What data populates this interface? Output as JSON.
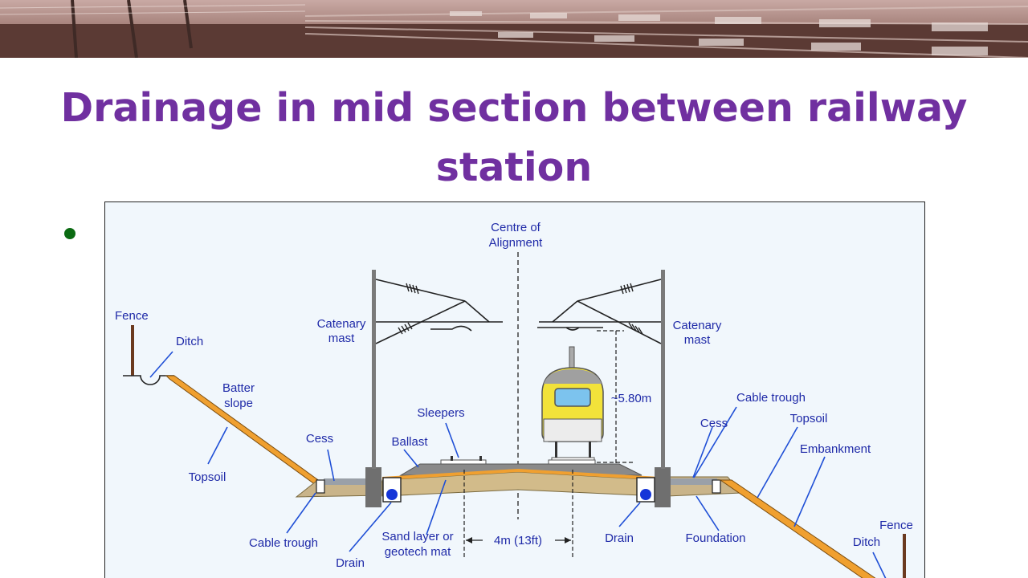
{
  "title": {
    "line1": "Drainage in mid section between railway",
    "line2": "station"
  },
  "diagram": {
    "labels": {
      "centre_line1": "Centre of",
      "centre_line2": "Alignment",
      "fence_left": "Fence",
      "ditch_left": "Ditch",
      "catenary_left_1": "Catenary",
      "catenary_left_2": "mast",
      "catenary_right_1": "Catenary",
      "catenary_right_2": "mast",
      "batter_1": "Batter",
      "batter_2": "slope",
      "topsoil_left": "Topsoil",
      "cess_left": "Cess",
      "ballast": "Ballast",
      "sleepers": "Sleepers",
      "height": "~5.80m",
      "cable_trough_right": "Cable trough",
      "cess_right": "Cess",
      "topsoil_right": "Topsoil",
      "embankment": "Embankment",
      "cable_trough_left": "Cable trough",
      "drain_left": "Drain",
      "sand_1": "Sand layer or",
      "sand_2": "geotech mat",
      "spacing": "4m (13ft)",
      "drain_right": "Drain",
      "foundation": "Foundation",
      "fence_right": "Fence",
      "ditch_right": "Ditch"
    },
    "colors": {
      "label": "#1f2aa8",
      "pointer": "#1f4fd6",
      "embankment": "#f0a030",
      "foundation": "#c9b48a",
      "ballast": "#8a8a8a",
      "train_body": "#f2e23a",
      "drain": "#1535d8"
    }
  }
}
